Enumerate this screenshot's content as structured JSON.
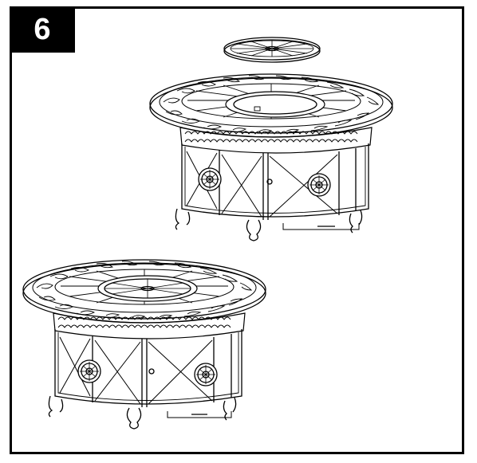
{
  "step": {
    "number": "6"
  },
  "icons": {
    "illustration_top": "fire-pit-with-lid-lifted",
    "illustration_bottom": "fire-pit-with-lid-installed"
  },
  "colors": {
    "ink": "#000000",
    "paper": "#ffffff"
  }
}
